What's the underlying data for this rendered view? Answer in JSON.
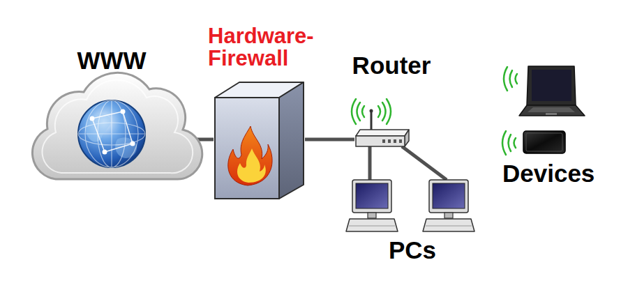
{
  "diagram": {
    "nodes": [
      {
        "text": [
          "WWW"
        ]
      },
      {
        "text": [
          "Hardware- Firewall"
        ]
      },
      {
        "text": [
          "Router"
        ]
      },
      {
        "text": [
          "PCs"
        ]
      },
      {
        "text": [
          "Devices"
        ]
      }
    ],
    "edges": [
      {
        "from": 0,
        "to": 1,
        "arrow": "none"
      },
      {
        "from": 1,
        "to": 2,
        "arrow": "none"
      },
      {
        "from": 2,
        "to": 3,
        "arrow": "none"
      },
      {
        "from": 2,
        "to": 3,
        "arrow": "none"
      }
    ]
  }
}
